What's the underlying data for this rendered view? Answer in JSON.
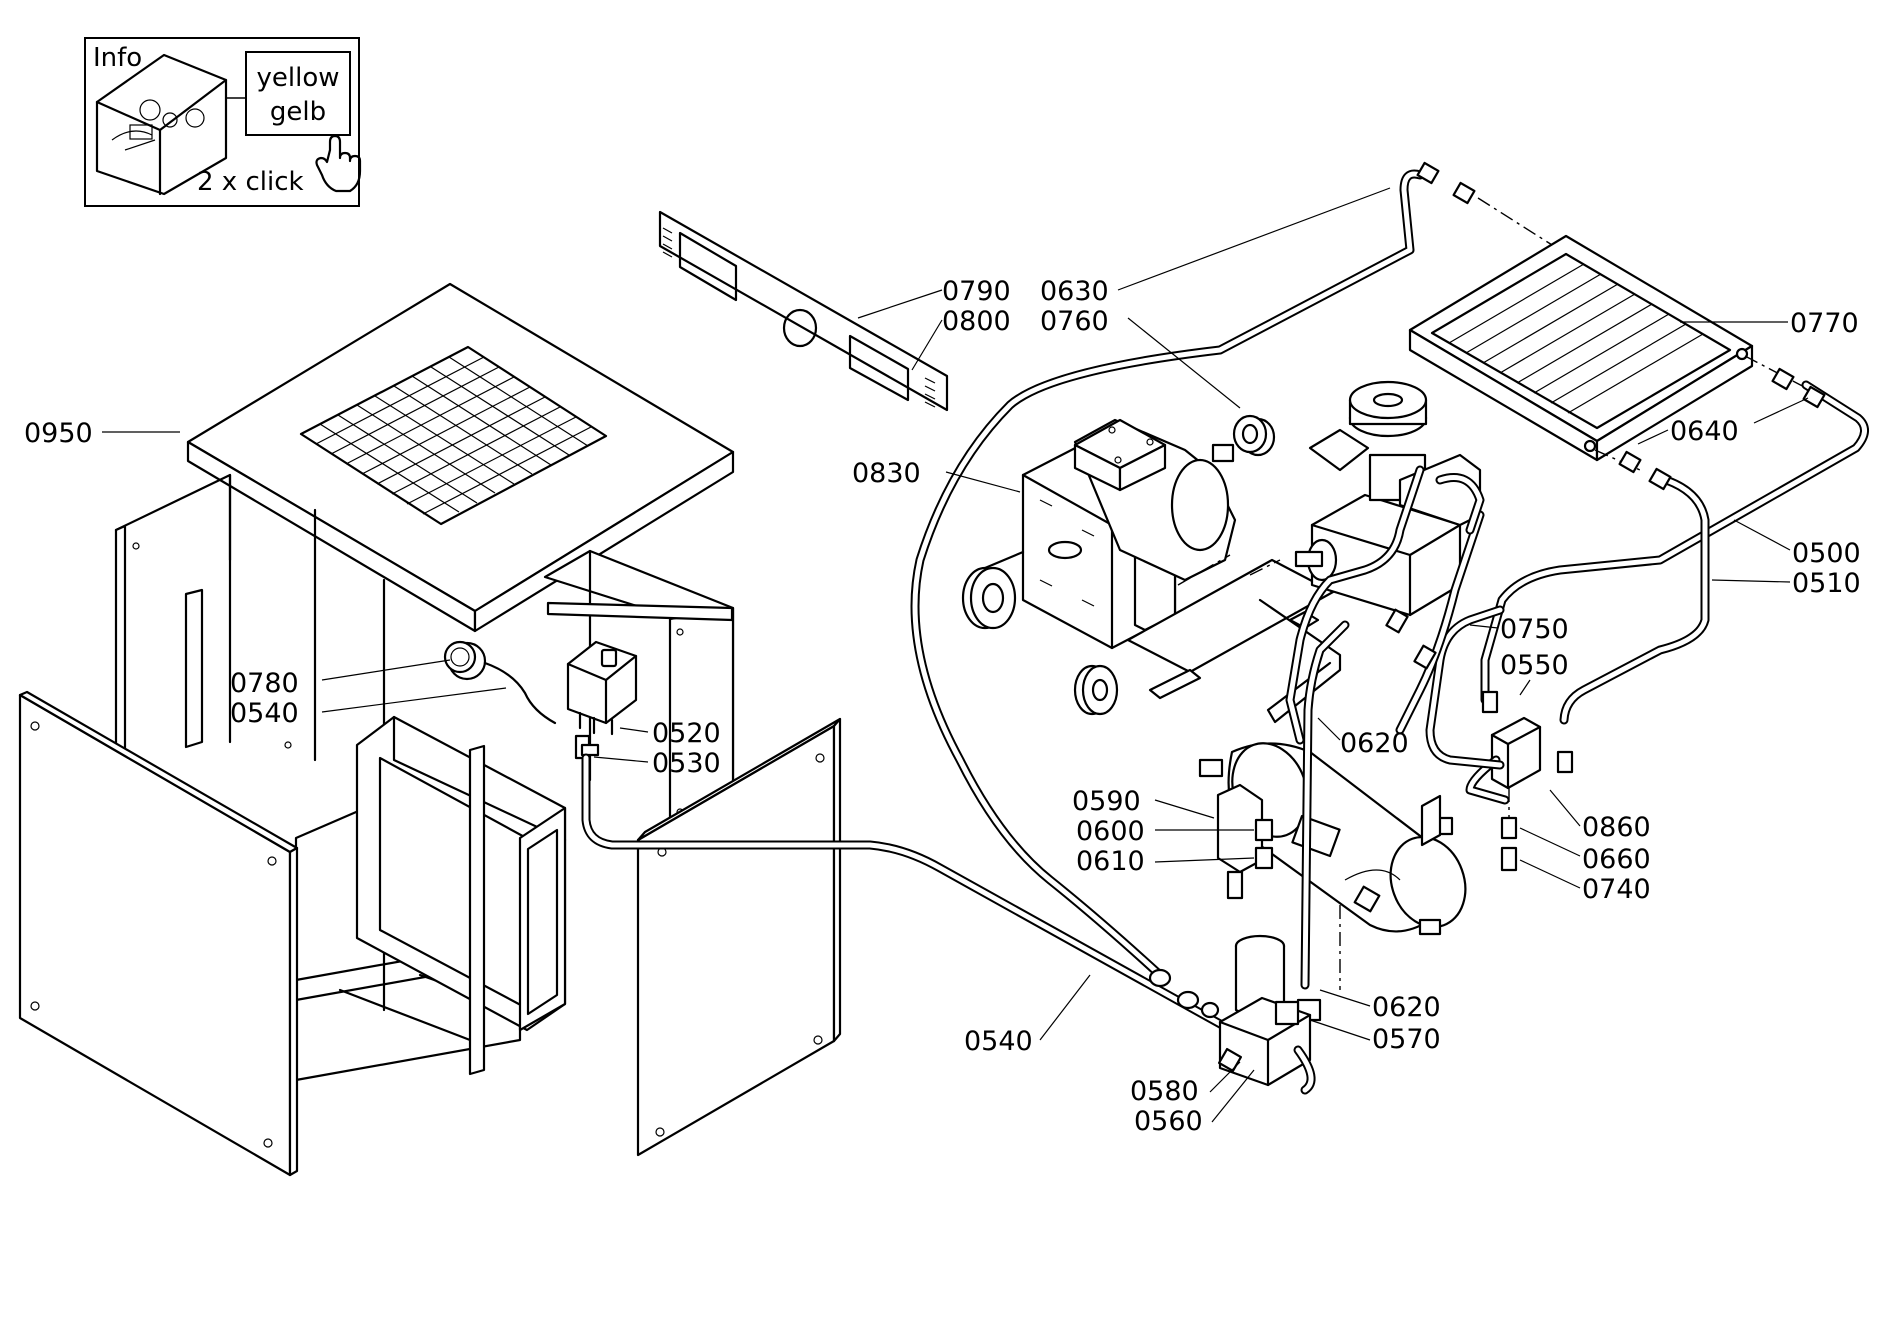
{
  "info": {
    "title": "Info",
    "color_label_en": "yellow",
    "color_label_de": "gelb",
    "hint": "2 x click"
  },
  "callouts": [
    {
      "id": "c0950",
      "label": "0950"
    },
    {
      "id": "c0790",
      "label": "0790"
    },
    {
      "id": "c0800",
      "label": "0800"
    },
    {
      "id": "c0630",
      "label": "0630"
    },
    {
      "id": "c0760",
      "label": "0760"
    },
    {
      "id": "c0770",
      "label": "0770"
    },
    {
      "id": "c0640",
      "label": "0640"
    },
    {
      "id": "c0830",
      "label": "0830"
    },
    {
      "id": "c0500",
      "label": "0500"
    },
    {
      "id": "c0510",
      "label": "0510"
    },
    {
      "id": "c0750",
      "label": "0750"
    },
    {
      "id": "c0550",
      "label": "0550"
    },
    {
      "id": "c0780",
      "label": "0780"
    },
    {
      "id": "c0540a",
      "label": "0540"
    },
    {
      "id": "c0520",
      "label": "0520"
    },
    {
      "id": "c0530",
      "label": "0530"
    },
    {
      "id": "c0620a",
      "label": "0620"
    },
    {
      "id": "c0590",
      "label": "0590"
    },
    {
      "id": "c0600",
      "label": "0600"
    },
    {
      "id": "c0610",
      "label": "0610"
    },
    {
      "id": "c0860",
      "label": "0860"
    },
    {
      "id": "c0660",
      "label": "0660"
    },
    {
      "id": "c0740",
      "label": "0740"
    },
    {
      "id": "c0620b",
      "label": "0620"
    },
    {
      "id": "c0570",
      "label": "0570"
    },
    {
      "id": "c0540b",
      "label": "0540"
    },
    {
      "id": "c0580",
      "label": "0580"
    },
    {
      "id": "c0560",
      "label": "0560"
    }
  ]
}
